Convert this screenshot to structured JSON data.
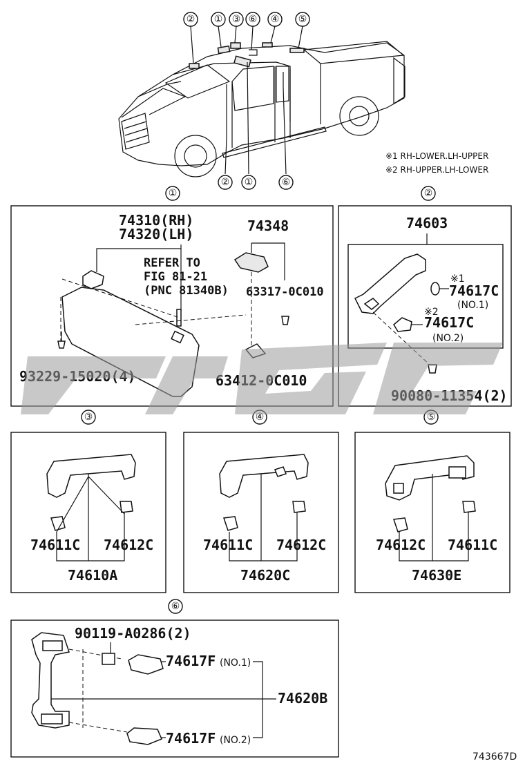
{
  "notes": {
    "note1": "※1 RH-LOWER.LH-UPPER",
    "note2": "※2 RH-UPPER.LH-LOWER"
  },
  "callouts": [
    "①",
    "②",
    "③",
    "④",
    "⑤",
    "⑥"
  ],
  "panel1": {
    "visor_rh": "74310(RH)",
    "visor_lh": "74320(LH)",
    "refer1": "REFER TO",
    "refer2": "FIG 81-21",
    "refer3": "(PNC 81340B)",
    "holder": "74348",
    "clip": "63317-0C010",
    "screw": "93229-15020(4)",
    "clip2": "63412-0C010"
  },
  "panel2": {
    "grip": "74603",
    "cover1": "74617C",
    "cover1_no": "(NO.1)",
    "cover1_mark": "※1",
    "cover2": "74617C",
    "cover2_no": "(NO.2)",
    "cover2_mark": "※2",
    "screw": "90080-11354(2)"
  },
  "panel3": {
    "left": "74611C",
    "right": "74612C",
    "assy": "74610A"
  },
  "panel4": {
    "left": "74611C",
    "right": "74612C",
    "assy": "74620C"
  },
  "panel5": {
    "left": "74612C",
    "right": "74611C",
    "assy": "74630E"
  },
  "panel6": {
    "screw": "90119-A0286(2)",
    "cover1": "74617F",
    "cover1_no": "(NO.1)",
    "grip": "74620B",
    "cover2": "74617F",
    "cover2_no": "(NO.2)"
  },
  "figure_id": "743667D"
}
